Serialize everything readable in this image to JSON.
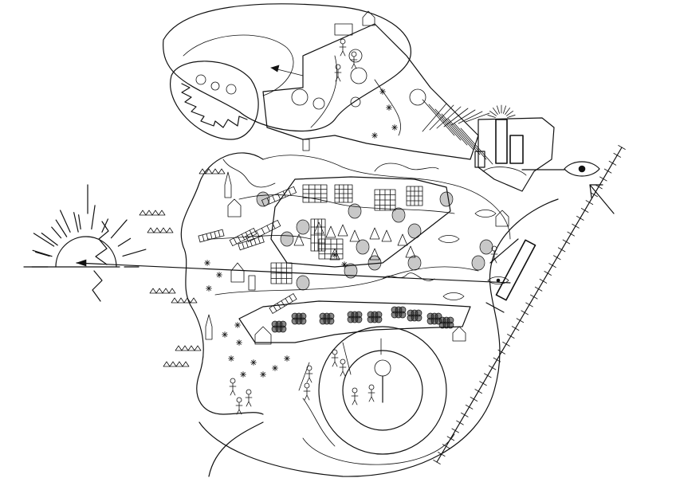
{
  "drawing": {
    "style": "hand-drawn line sketch",
    "ink_color": "#111111",
    "paper_color": "#ffffff",
    "sun_ray_count": 12,
    "railway_sleeper_count": 40,
    "visible_text": []
  }
}
